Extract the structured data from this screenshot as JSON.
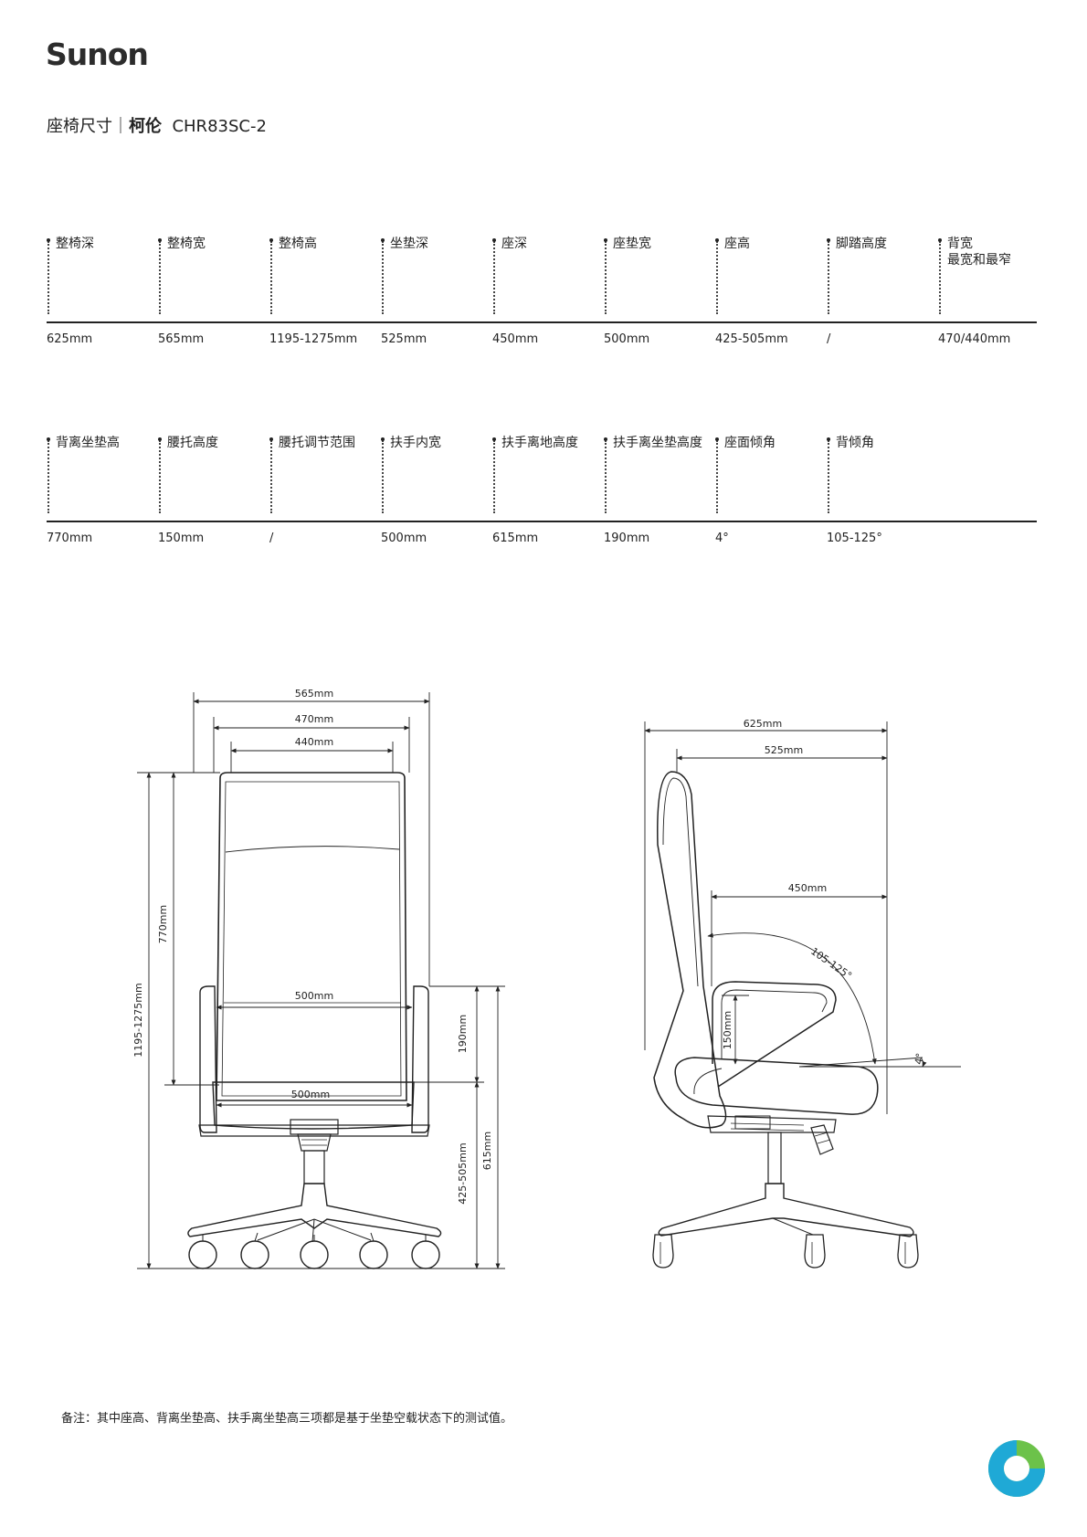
{
  "brand": {
    "logo_text": "Sunon",
    "badge_colors": [
      "#1fa9d6",
      "#6cc24a"
    ]
  },
  "page_title": {
    "prefix": "座椅尺寸｜",
    "name": "柯伦",
    "model": "CHR83SC-2"
  },
  "spec_row1": [
    {
      "label": "整椅深",
      "value": "625mm"
    },
    {
      "label": "整椅宽",
      "value": "565mm"
    },
    {
      "label": "整椅高",
      "value": "1195-1275mm"
    },
    {
      "label": "坐垫深",
      "value": "525mm"
    },
    {
      "label": "座深",
      "value": "450mm"
    },
    {
      "label": "座垫宽",
      "value": "500mm"
    },
    {
      "label": "座高",
      "value": "425-505mm"
    },
    {
      "label": "脚踏高度",
      "value": "/"
    },
    {
      "label": "背宽",
      "sublabel": "最宽和最窄",
      "value": "470/440mm"
    }
  ],
  "spec_row2": [
    {
      "label": "背离坐垫高",
      "value": "770mm"
    },
    {
      "label": "腰托高度",
      "value": "150mm"
    },
    {
      "label": "腰托调节范围",
      "value": "/"
    },
    {
      "label": "扶手内宽",
      "value": "500mm"
    },
    {
      "label": "扶手离地高度",
      "value": "615mm"
    },
    {
      "label": "扶手离坐垫高度",
      "value": "190mm"
    },
    {
      "label": "座面倾角",
      "value": "4°"
    },
    {
      "label": "背倾角",
      "value": "105-125°"
    }
  ],
  "front_view": {
    "dims": {
      "overall_width": "565mm",
      "back_width_max": "470mm",
      "back_width_min": "440mm",
      "overall_height": "1195-1275mm",
      "back_height": "770mm",
      "armrest_inner_width": "500mm",
      "seat_width": "500mm",
      "armrest_to_seat": "190mm",
      "seat_height": "425-505mm",
      "armrest_height": "615mm"
    }
  },
  "side_view": {
    "dims": {
      "overall_depth": "625mm",
      "seat_depth": "525mm",
      "effective_depth": "450mm",
      "back_angle": "105-125°",
      "lumbar_height": "150mm",
      "seat_angle": "4°"
    }
  },
  "note": "备注：其中座高、背离坐垫高、扶手离坐垫高三项都是基于坐垫空载状态下的测试值。"
}
